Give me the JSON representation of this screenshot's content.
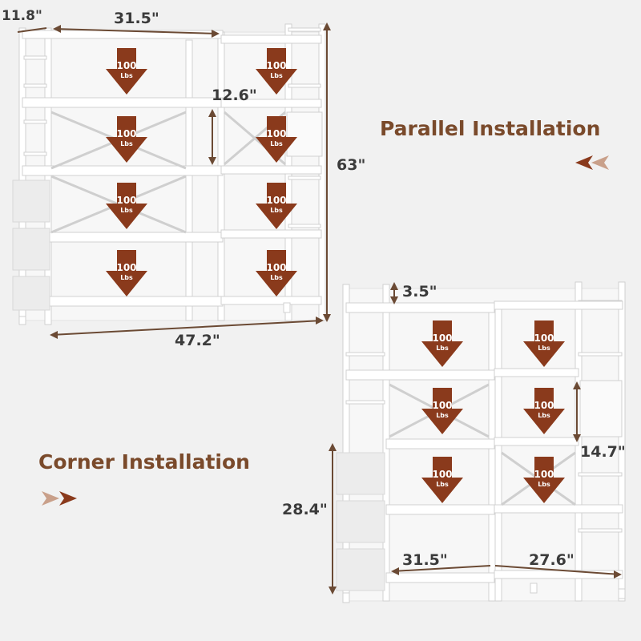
{
  "colors": {
    "background": "#f1f1f1",
    "accent_brown": "#8a3a1c",
    "heading_brown": "#7a4a2b",
    "dimension_text": "#3b3b3b",
    "shelf_frame": "#ffffff"
  },
  "parallel": {
    "heading": "Parallel Installation",
    "dims": {
      "depth": "11.8\"",
      "top_width": "31.5\"",
      "shelf_gap": "12.6\"",
      "height": "63\"",
      "total_width": "47.2\""
    },
    "load_label": {
      "value": "100",
      "unit": "Lbs"
    }
  },
  "corner": {
    "heading": "Corner Installation",
    "dims": {
      "top_gap": "3.5\"",
      "shelf_gap": "14.7\"",
      "lower_height": "28.4\"",
      "left_width": "31.5\"",
      "right_width": "27.6\""
    },
    "load_label": {
      "value": "100",
      "unit": "Lbs"
    }
  },
  "icons": {
    "weight_arrow": "down-arrow-weight-icon",
    "direction_left": "double-chevron-left-icon",
    "direction_right": "double-chevron-right-icon"
  }
}
